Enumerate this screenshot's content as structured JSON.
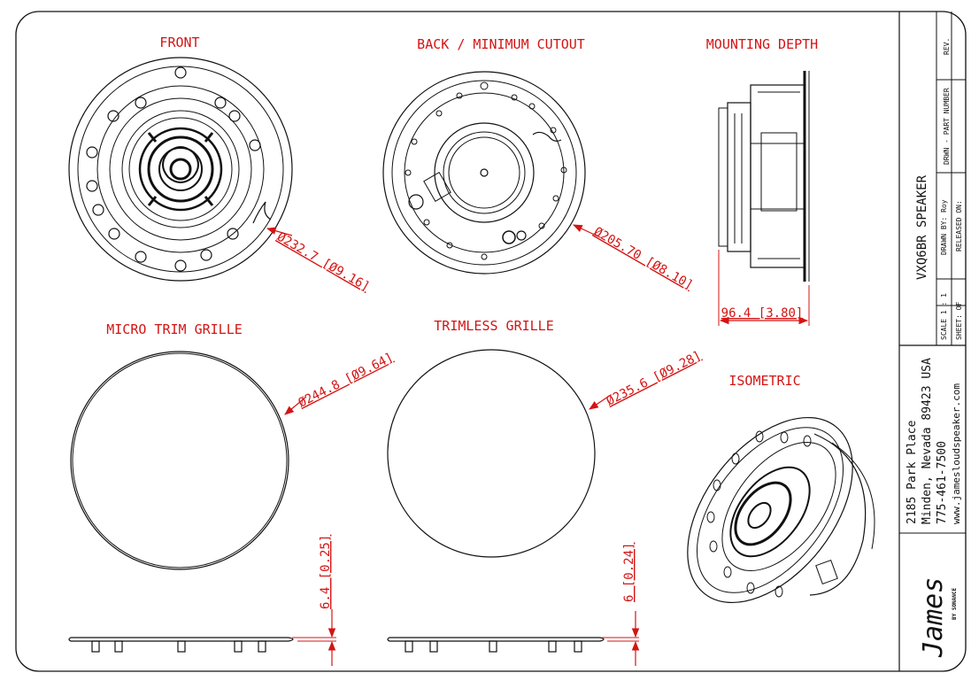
{
  "views": {
    "front": "FRONT",
    "back": "BACK / MINIMUM CUTOUT",
    "depth": "MOUNTING DEPTH",
    "micro_trim": "MICRO TRIM GRILLE",
    "trimless": "TRIMLESS GRILLE",
    "isometric": "ISOMETRIC"
  },
  "dimensions": {
    "front_dia": "Ø232.7 [Ø9.16]",
    "back_dia": "Ø205.70 [Ø8.10]",
    "depth": "96.4 [3.80]",
    "micro_dia": "Ø244.8 [Ø9.64]",
    "trimless_dia": "Ø235.6 [Ø9.28]",
    "micro_thk": "6.4 [0.25]",
    "trimless_thk": "6 [0.24]"
  },
  "title_block": {
    "title": "VXQ6BR SPEAKER",
    "rev": "REV.",
    "part_number": "DRWN - PART NUMBER",
    "drawn_by": "DRAWN BY: Roy",
    "released_on": "RELEASED ON:",
    "scale": "SCALE 1 : 1",
    "sheet": "SHEET: OF",
    "address1": "2185 Park Place",
    "address2": "Minden, Nevada 89423 USA",
    "phone": "775-461-7500",
    "web": "www.jamesloudspeaker.com",
    "brand": "James",
    "brand_sub": "BY SONANCE"
  },
  "colors": {
    "annotation": "#d41414",
    "line": "#111111"
  }
}
